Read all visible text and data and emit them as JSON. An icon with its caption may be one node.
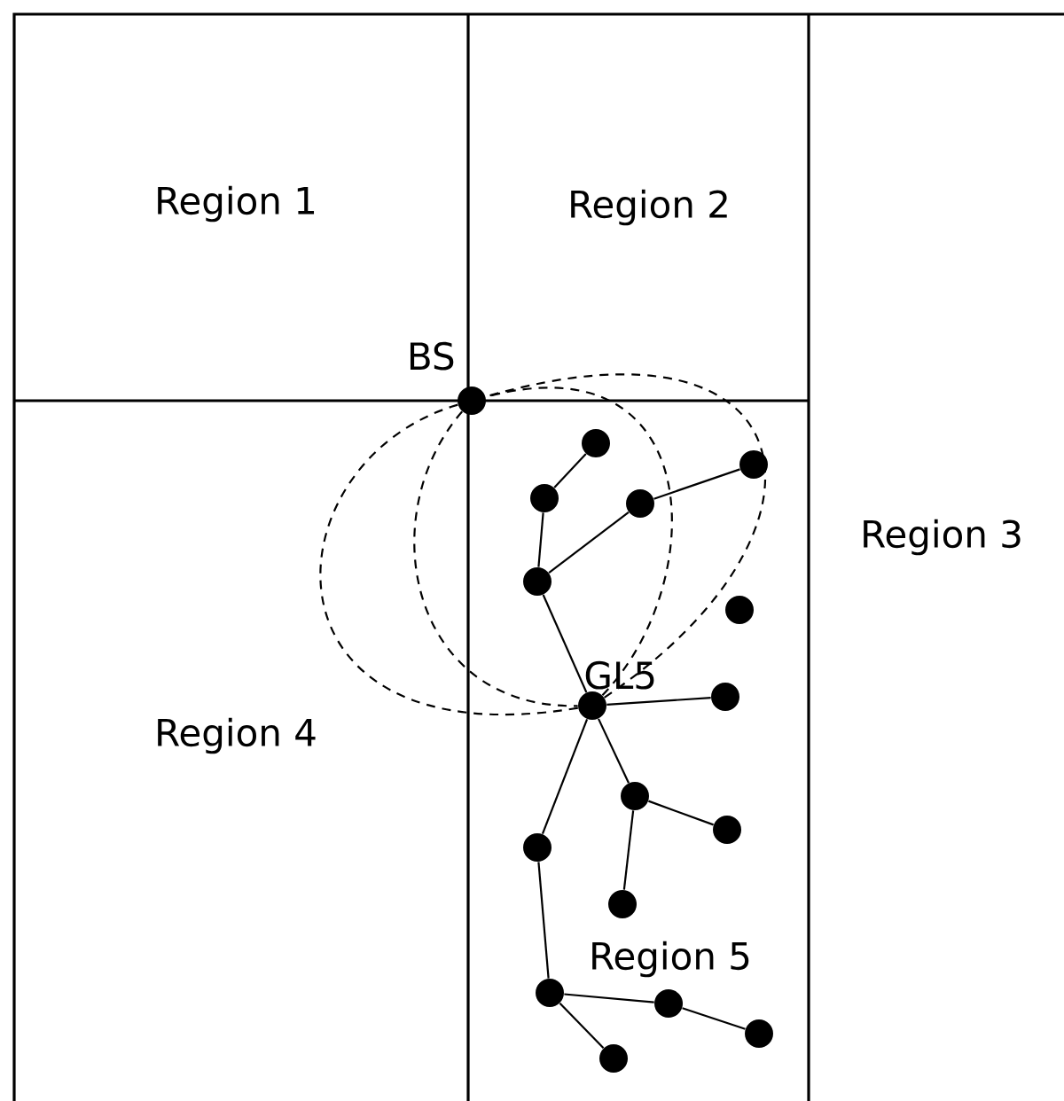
{
  "diagram": {
    "nodes": [
      {
        "text": [],
        "shape": "circle",
        "beside": [
          "BS"
        ]
      },
      {
        "text": [],
        "shape": "circle"
      },
      {
        "text": [],
        "shape": "circle"
      },
      {
        "text": [],
        "shape": "circle"
      },
      {
        "text": [],
        "shape": "circle"
      },
      {
        "text": [],
        "shape": "circle"
      },
      {
        "text": [],
        "shape": "circle"
      },
      {
        "text": [],
        "shape": "circle",
        "beside": [
          "GL5"
        ]
      },
      {
        "text": [],
        "shape": "circle"
      },
      {
        "text": [],
        "shape": "circle"
      },
      {
        "text": [],
        "shape": "circle"
      },
      {
        "text": [],
        "shape": "circle"
      },
      {
        "text": [],
        "shape": "circle"
      },
      {
        "text": [],
        "shape": "circle"
      },
      {
        "text": [],
        "shape": "circle"
      },
      {
        "text": [],
        "shape": "circle"
      },
      {
        "text": [],
        "shape": "circle"
      }
    ],
    "edges": [
      {
        "from": 1,
        "to": 2,
        "arrow": "none"
      },
      {
        "from": 2,
        "to": 5,
        "arrow": "none"
      },
      {
        "from": 5,
        "to": 3,
        "arrow": "none"
      },
      {
        "from": 3,
        "to": 4,
        "arrow": "none"
      },
      {
        "from": 5,
        "to": 7,
        "arrow": "none"
      },
      {
        "from": 7,
        "to": 8,
        "arrow": "none"
      },
      {
        "from": 7,
        "to": 9,
        "arrow": "none"
      },
      {
        "from": 9,
        "to": 10,
        "arrow": "none"
      },
      {
        "from": 9,
        "to": 12,
        "arrow": "none"
      },
      {
        "from": 7,
        "to": 11,
        "arrow": "none"
      },
      {
        "from": 11,
        "to": 13,
        "arrow": "none"
      },
      {
        "from": 13,
        "to": 14,
        "arrow": "none"
      },
      {
        "from": 14,
        "to": 15,
        "arrow": "none"
      },
      {
        "from": 13,
        "to": 16,
        "arrow": "none"
      },
      {
        "from": 0,
        "to": 7,
        "arrow": "none",
        "style": "dashed"
      },
      {
        "from": 7,
        "to": 0,
        "arrow": "none",
        "style": "dashed"
      },
      {
        "from": 0,
        "to": 7,
        "arrow": "none",
        "style": "dashed"
      },
      {
        "from": 7,
        "to": 0,
        "arrow": "none",
        "style": "dashed"
      }
    ],
    "labels": [
      "Region 1",
      "Region 2",
      "Region 3",
      "Region 4",
      "Region 5"
    ]
  }
}
